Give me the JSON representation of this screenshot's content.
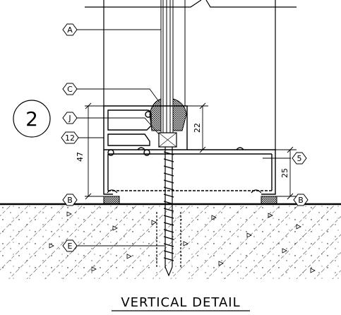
{
  "detail": {
    "number": "2",
    "title": "VERTICAL DETAIL"
  },
  "tags": {
    "a": "A",
    "c": "C",
    "j": "J",
    "twelve": "12",
    "b_left": "B",
    "b_right": "B",
    "five": "5",
    "e": "E"
  },
  "dimensions": {
    "d47": "47",
    "d22": "22",
    "d25": "25"
  },
  "colors": {
    "line": "#000000",
    "background": "#ffffff"
  }
}
